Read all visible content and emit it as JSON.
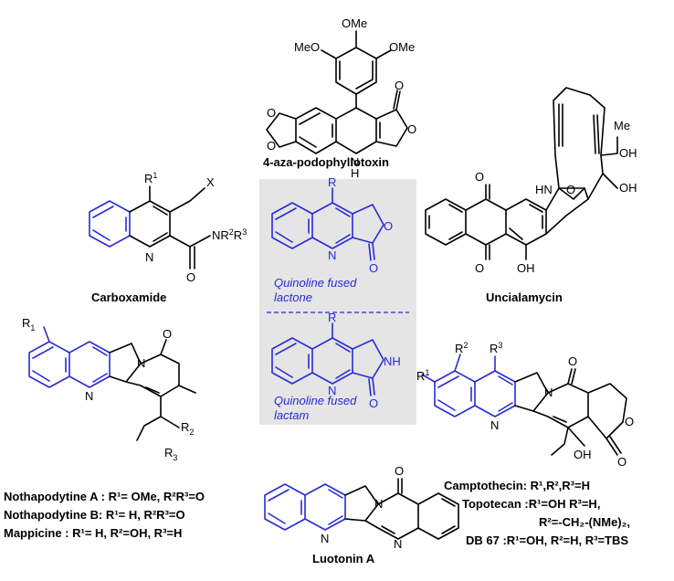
{
  "colors": {
    "accent": "#2a2ad6",
    "panel": "#e4e5e4",
    "ink": "#000000"
  },
  "compounds": {
    "aza": {
      "name": "4-aza-podophyllotoxin"
    },
    "carboxamide": {
      "name": "Carboxamide",
      "substituent": "X"
    },
    "uncialamycin": {
      "name": "Uncialamycin"
    },
    "lactone": {
      "caption1": "Quinoline fused",
      "caption2": "lactone"
    },
    "lactam": {
      "caption1": "Quinoline fused",
      "caption2": "lactam"
    },
    "nothapodytine": {
      "line1": "Nothapodytine A : R¹= OMe, R²R³=O",
      "line2": "Nothapodytine B: R¹= H, R²R³=O",
      "line3": "Mappicine       : R¹= H, R²=OH, R³=H"
    },
    "luotonin": {
      "name": "Luotonin A"
    },
    "camptothecin": {
      "line1": "Camptothecin: R¹,R²,R³=H",
      "line2": "Topotecan     :R¹=OH R³=H,",
      "line3": "R²=-CH₂-(NMe)₂,",
      "line4": "DB 67  :R¹=OH, R²=H, R³=TBS"
    }
  },
  "atoms": {
    "ome": "OMe",
    "meo": "MeO",
    "o": "O",
    "nh": "NH",
    "n": "N",
    "h": "H",
    "hn": "HN",
    "oh": "OH",
    "me": "Me",
    "r": "R",
    "nr2r3_main": "NR",
    "r2": "2",
    "r3": "3",
    "r1_main": "R",
    "one": "1",
    "two": "2",
    "three": "3",
    "sub_r": "R"
  }
}
